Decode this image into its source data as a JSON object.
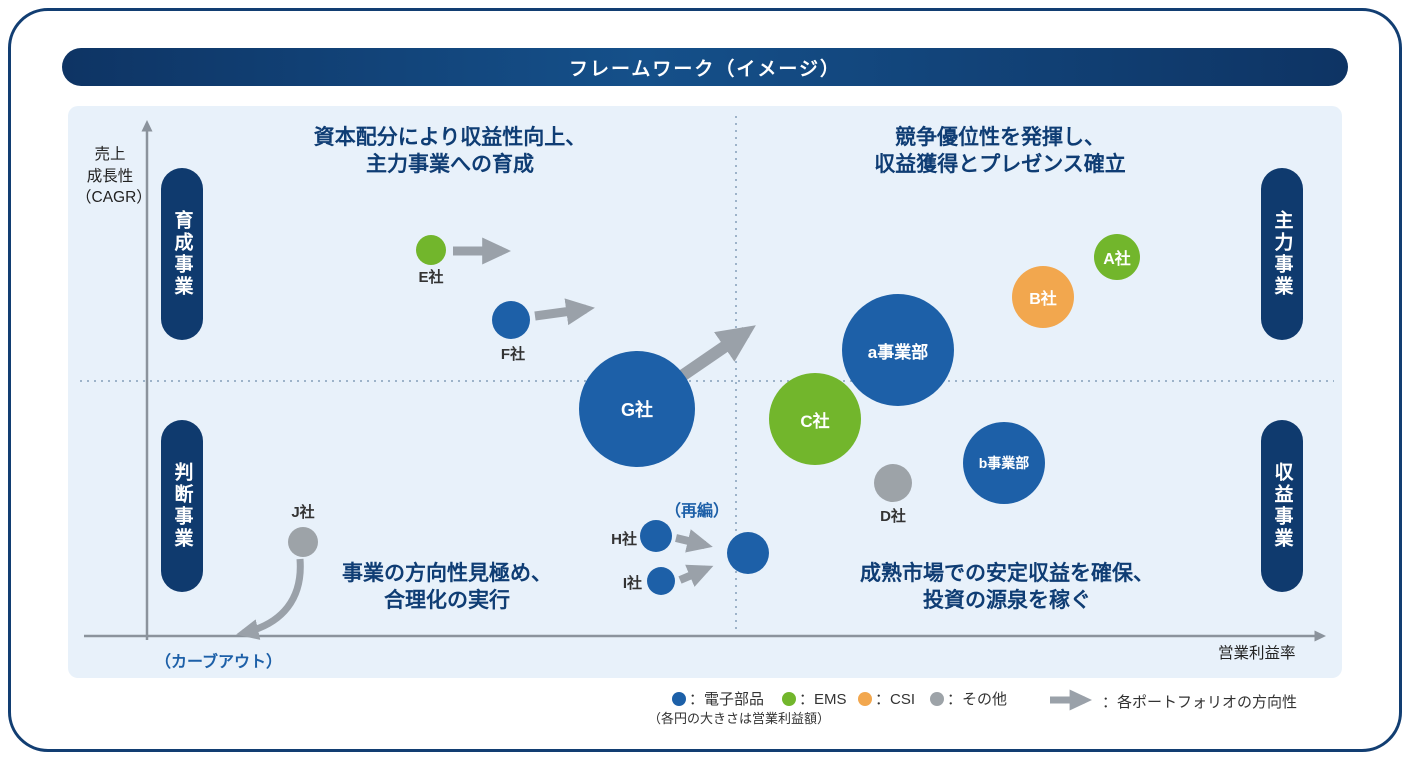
{
  "title": "フレームワーク（イメージ）",
  "axes": {
    "y_label": "売上\n成長性\n（CAGR）",
    "x_label": "営業利益率",
    "carveout": "（カーブアウト）"
  },
  "pills": {
    "top_left": "育成事業",
    "bottom_left": "判断事業",
    "top_right": "主力事業",
    "bottom_right": "収益事業"
  },
  "notes": {
    "top_left": "資本配分により収益性向上、\n主力事業への育成",
    "top_right": "競争優位性を発揮し、\n収益獲得とプレゼンス確立",
    "bottom_left": "事業の方向性見極め、\n合理化の実行",
    "bottom_right": "成熟市場での安定収益を確保、\n投資の源泉を稼ぐ"
  },
  "bubbles": {
    "e": {
      "label": "E社",
      "category": "EMS"
    },
    "f": {
      "label": "F社",
      "category": "電子部品"
    },
    "g": {
      "label": "G社",
      "category": "電子部品"
    },
    "a_div": {
      "label": "a事業部",
      "category": "電子部品"
    },
    "b_co": {
      "label": "B社",
      "category": "CSI"
    },
    "a_co": {
      "label": "A社",
      "category": "EMS"
    },
    "c_co": {
      "label": "C社",
      "category": "EMS"
    },
    "b_div": {
      "label": "b事業部",
      "category": "電子部品"
    },
    "d_co": {
      "label": "D社",
      "category": "その他"
    },
    "h": {
      "label": "H社",
      "category": "電子部品"
    },
    "i": {
      "label": "I社",
      "category": "電子部品"
    },
    "j": {
      "label": "J社",
      "category": "その他"
    }
  },
  "annotations": {
    "saihen": "（再編）"
  },
  "legend": {
    "items": [
      {
        "label": "：電子部品",
        "color": "#1d60a8"
      },
      {
        "label": "：EMS",
        "color": "#72b62c"
      },
      {
        "label": "：CSI",
        "color": "#f2a74e"
      },
      {
        "label": "：その他",
        "color": "#9da3a8"
      }
    ],
    "size_note": "（各円の大きさは営業利益額）",
    "arrow_label": "：各ポートフォリオの方向性"
  },
  "colors": {
    "navy": "#0f3a6e",
    "blue": "#1d60a8",
    "green": "#72b62c",
    "orange": "#f2a74e",
    "gray": "#9da3a8",
    "chart_bg": "#e8f1fa",
    "arrow": "#9aa1a9"
  }
}
